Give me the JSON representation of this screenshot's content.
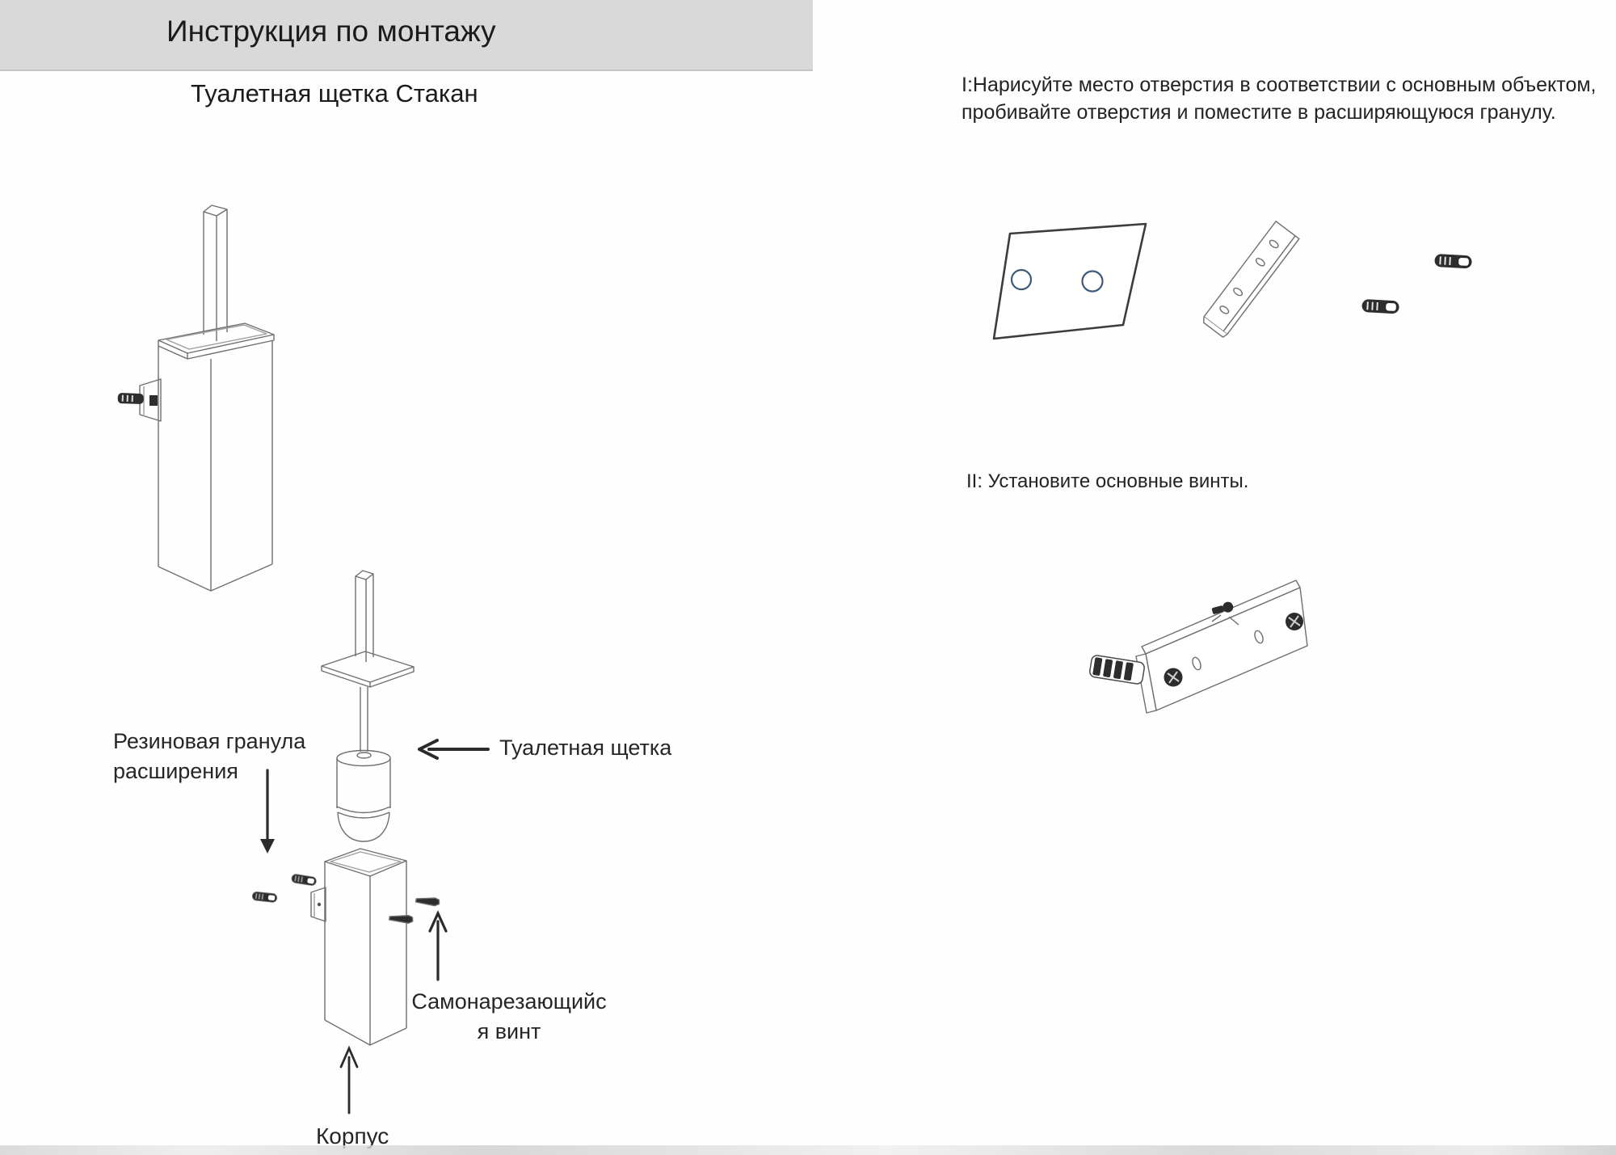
{
  "page": {
    "title": "Инструкция по монтажу",
    "subtitle": "Туалетная щетка Стакан"
  },
  "steps": {
    "step1": "I:Нарисуйте место отверстия в соответствии с основным объектом,\nпробивайте отверстия и поместите в расширяющуюся гранулу.",
    "step2": "II: Установите основные винты."
  },
  "labels": {
    "rubber_granule": "Резиновая гранула\nрасширения",
    "toilet_brush": "Туалетная щетка",
    "self_tapping_screw": "Самонарезающийс\nя винт",
    "body": "Корпус"
  },
  "colors": {
    "header_band": "#d9d9d9",
    "text": "#232323",
    "line_art": "#6e6e6e",
    "dark_hardware": "#2d2d2d",
    "hole_ring": "#3b5a78"
  }
}
